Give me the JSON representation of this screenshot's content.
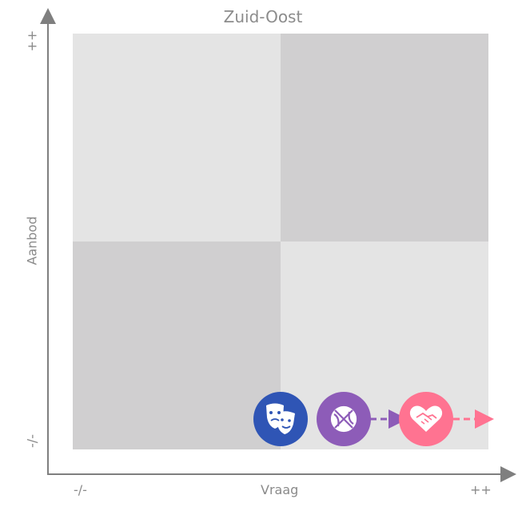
{
  "title": "Zuid-Oost",
  "x_axis": {
    "label": "Vraag",
    "min_label": "-/-",
    "max_label": "++"
  },
  "y_axis": {
    "label": "Aanbod",
    "min_label": "-/-",
    "max_label": "++"
  },
  "colors": {
    "quadrant_light": "#e4e4e4",
    "quadrant_dark": "#d0cfd0",
    "axis": "#7f7f7f",
    "theatre": "#2f55b5",
    "sport": "#8d5cb8",
    "care": "#ff7391"
  },
  "items": [
    {
      "icon": "theatre-masks-icon",
      "color": "#2f55b5",
      "arrow": false
    },
    {
      "icon": "basketball-icon",
      "color": "#8d5cb8",
      "arrow": true,
      "arrow_color": "#8d5cb8"
    },
    {
      "icon": "heart-handshake-icon",
      "color": "#ff7391",
      "arrow": true,
      "arrow_color": "#ff7391"
    }
  ]
}
